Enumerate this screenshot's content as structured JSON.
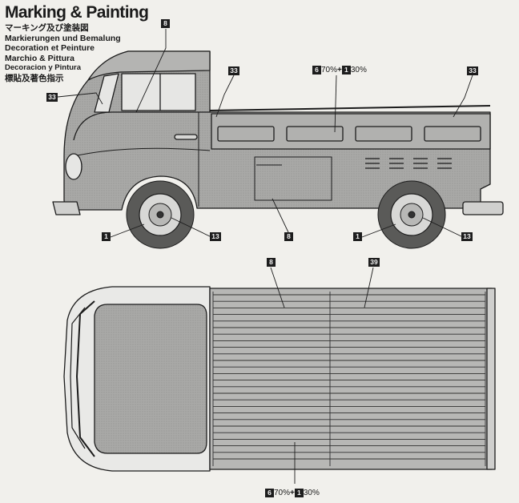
{
  "sheet": {
    "title": "Marking & Painting",
    "languages": [
      "マーキング及び塗装図",
      "Markierungen und Bemalung",
      "Decoration et Peinture",
      "Marchio & Pittura",
      "Decoracion y Pintura",
      "標貼及著色指示"
    ]
  },
  "side_view": {
    "callouts": {
      "roof": "8",
      "windshield": "33",
      "bed_front_rail": "33",
      "bed_rear_rail": "33",
      "body_lower": "8",
      "front_tire": "1",
      "front_hub": "13",
      "rear_tire": "1",
      "rear_hub": "13"
    },
    "bed_mix": {
      "paint_a": "6",
      "pct_a": "70%",
      "plus": "+",
      "paint_b": "1",
      "pct_b": "30%"
    }
  },
  "top_view": {
    "callouts": {
      "bed_floor": "8",
      "bed_slats": "39"
    },
    "bed_mix": {
      "paint_a": "6",
      "pct_a": "70%",
      "plus": "+",
      "paint_b": "1",
      "pct_b": "30%"
    }
  }
}
